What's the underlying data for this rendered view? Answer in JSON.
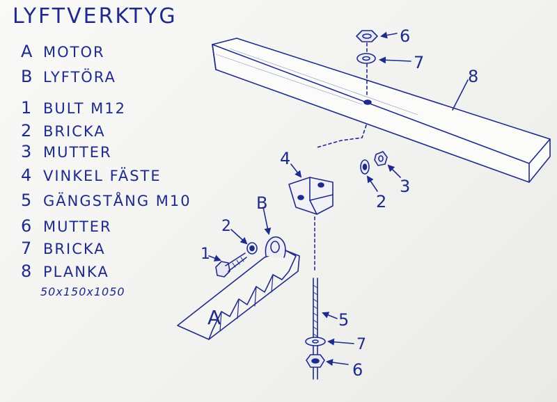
{
  "title": "LYFTVERKTYG",
  "legend": [
    {
      "code": "A",
      "text": "MOTOR"
    },
    {
      "code": "B",
      "text": "LYFTÖRA"
    },
    {
      "code": "1",
      "text": "BULT M12"
    },
    {
      "code": "2",
      "text": "BRICKA"
    },
    {
      "code": "3",
      "text": "MUTTER"
    },
    {
      "code": "4",
      "text": "VINKEL FÄSTE"
    },
    {
      "code": "5",
      "text": "GÄNGSTÅNG M10"
    },
    {
      "code": "6",
      "text": "MUTTER"
    },
    {
      "code": "7",
      "text": "BRICKA"
    },
    {
      "code": "8",
      "text": "PLANKA"
    }
  ],
  "dimensions": "50x150x1050",
  "callouts": {
    "top_nut": "6",
    "top_washer": "7",
    "plank": "8",
    "bracket": "4",
    "side_washer": "2",
    "side_nut": "3",
    "lift_ear": "B",
    "bolt_washer": "2",
    "bolt": "1",
    "motor": "A",
    "rod": "5",
    "bottom_washer": "7",
    "bottom_nut": "6"
  },
  "colors": {
    "ink": "#1e2a8c",
    "paper": "#f6f6f4"
  }
}
